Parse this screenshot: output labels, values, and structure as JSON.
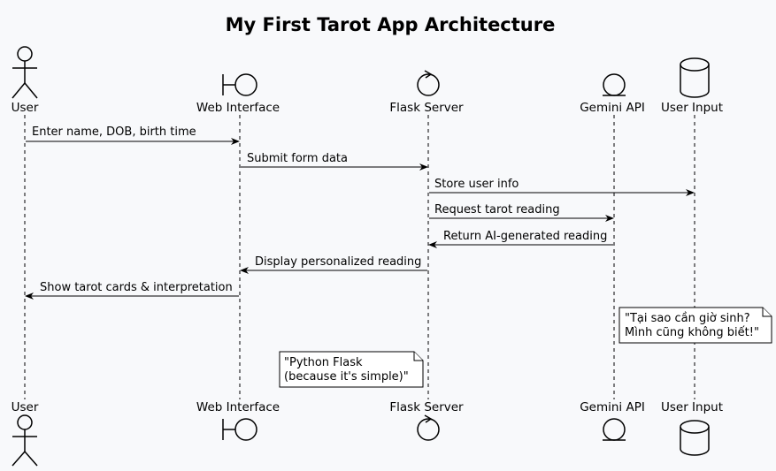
{
  "title": "My First Tarot App Architecture",
  "participants": [
    {
      "id": "user",
      "label": "User",
      "kind": "actor-icon"
    },
    {
      "id": "web",
      "label": "Web Interface",
      "kind": "boundary-icon"
    },
    {
      "id": "flask",
      "label": "Flask Server",
      "kind": "control-icon"
    },
    {
      "id": "gemini",
      "label": "Gemini API",
      "kind": "entity-icon"
    },
    {
      "id": "input",
      "label": "User Input",
      "kind": "database-icon"
    }
  ],
  "messages": [
    {
      "from": "user",
      "to": "web",
      "label": "Enter name, DOB, birth time"
    },
    {
      "from": "web",
      "to": "flask",
      "label": "Submit form data"
    },
    {
      "from": "flask",
      "to": "input",
      "label": "Store user info"
    },
    {
      "from": "flask",
      "to": "gemini",
      "label": "Request tarot reading"
    },
    {
      "from": "gemini",
      "to": "flask",
      "label": "Return AI-generated reading"
    },
    {
      "from": "flask",
      "to": "web",
      "label": "Display personalized reading"
    },
    {
      "from": "web",
      "to": "user",
      "label": "Show tarot cards & interpretation"
    }
  ],
  "notes": [
    {
      "attached": "gemini",
      "lines": [
        "\"Tại sao cần giờ sinh?",
        "Mình cũng không biết!\""
      ]
    },
    {
      "attached": "flask",
      "lines": [
        "\"Python Flask",
        "(because it's simple)\""
      ]
    }
  ]
}
